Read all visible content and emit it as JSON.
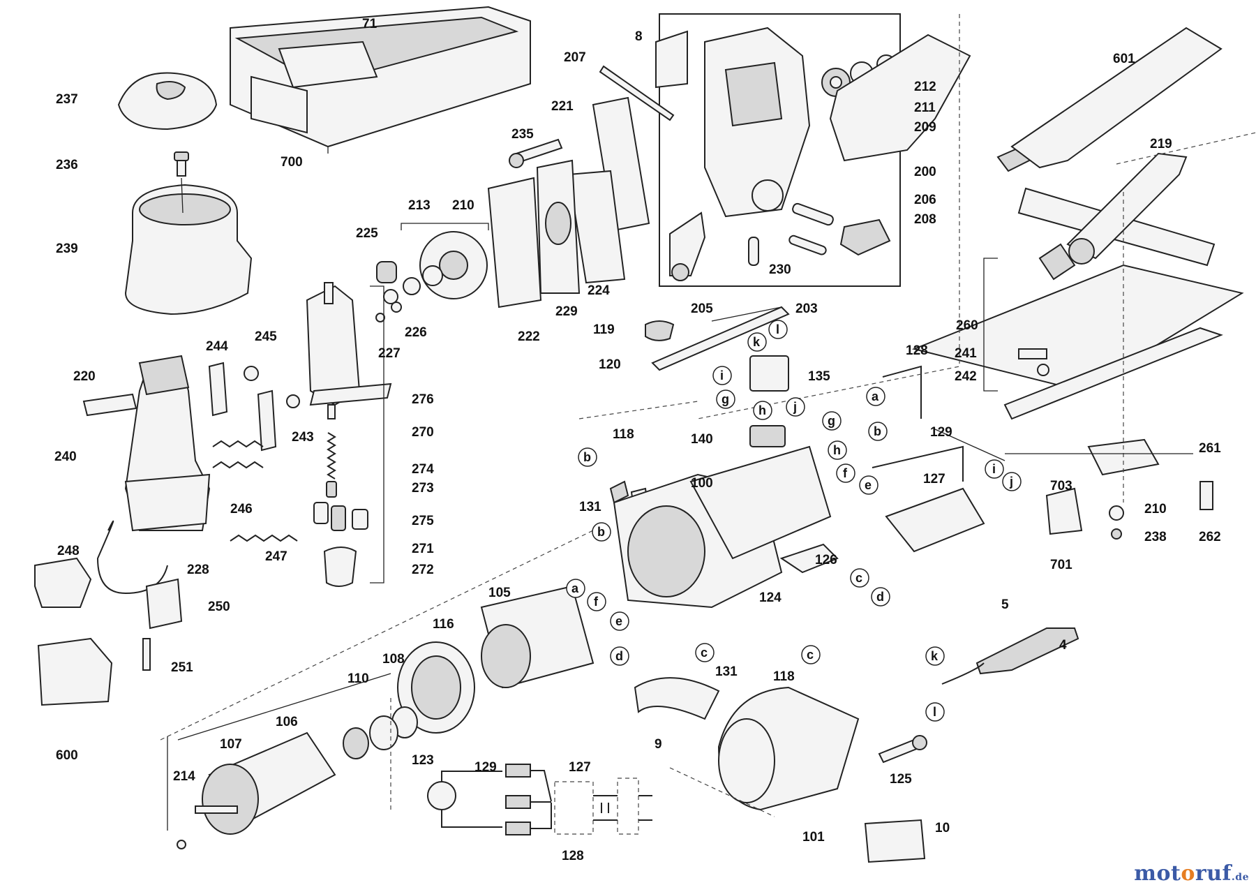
{
  "labels": [
    {
      "key": "71",
      "text": "71"
    },
    {
      "key": "700",
      "text": "700"
    },
    {
      "key": "237",
      "text": "237"
    },
    {
      "key": "236",
      "text": "236"
    },
    {
      "key": "239",
      "text": "239"
    },
    {
      "key": "8",
      "text": "8"
    },
    {
      "key": "207",
      "text": "207"
    },
    {
      "key": "212",
      "text": "212"
    },
    {
      "key": "211",
      "text": "211"
    },
    {
      "key": "209",
      "text": "209"
    },
    {
      "key": "200",
      "text": "200"
    },
    {
      "key": "206",
      "text": "206"
    },
    {
      "key": "208",
      "text": "208"
    },
    {
      "key": "230",
      "text": "230"
    },
    {
      "key": "203",
      "text": "203"
    },
    {
      "key": "205",
      "text": "205"
    },
    {
      "key": "221",
      "text": "221"
    },
    {
      "key": "235",
      "text": "235"
    },
    {
      "key": "224",
      "text": "224"
    },
    {
      "key": "229",
      "text": "229"
    },
    {
      "key": "222",
      "text": "222"
    },
    {
      "key": "213",
      "text": "213"
    },
    {
      "key": "210",
      "text": "210"
    },
    {
      "key": "225",
      "text": "225"
    },
    {
      "key": "226",
      "text": "226"
    },
    {
      "key": "227",
      "text": "227"
    },
    {
      "key": "601",
      "text": "601"
    },
    {
      "key": "219",
      "text": "219"
    },
    {
      "key": "260",
      "text": "260"
    },
    {
      "key": "241",
      "text": "241"
    },
    {
      "key": "242",
      "text": "242"
    },
    {
      "key": "261",
      "text": "261"
    },
    {
      "key": "703",
      "text": "703"
    },
    {
      "key": "210b",
      "text": "210"
    },
    {
      "key": "262",
      "text": "262"
    },
    {
      "key": "238",
      "text": "238"
    },
    {
      "key": "701",
      "text": "701"
    },
    {
      "key": "244",
      "text": "244"
    },
    {
      "key": "245",
      "text": "245"
    },
    {
      "key": "220",
      "text": "220"
    },
    {
      "key": "243",
      "text": "243"
    },
    {
      "key": "240",
      "text": "240"
    },
    {
      "key": "246",
      "text": "246"
    },
    {
      "key": "247",
      "text": "247"
    },
    {
      "key": "248",
      "text": "248"
    },
    {
      "key": "228",
      "text": "228"
    },
    {
      "key": "250",
      "text": "250"
    },
    {
      "key": "251",
      "text": "251"
    },
    {
      "key": "600",
      "text": "600"
    },
    {
      "key": "276",
      "text": "276"
    },
    {
      "key": "270",
      "text": "270"
    },
    {
      "key": "274",
      "text": "274"
    },
    {
      "key": "273",
      "text": "273"
    },
    {
      "key": "275",
      "text": "275"
    },
    {
      "key": "271",
      "text": "271"
    },
    {
      "key": "272",
      "text": "272"
    },
    {
      "key": "119",
      "text": "119"
    },
    {
      "key": "120",
      "text": "120"
    },
    {
      "key": "135",
      "text": "135"
    },
    {
      "key": "140",
      "text": "140"
    },
    {
      "key": "128",
      "text": "128"
    },
    {
      "key": "129",
      "text": "129"
    },
    {
      "key": "127",
      "text": "127"
    },
    {
      "key": "118",
      "text": "118"
    },
    {
      "key": "131",
      "text": "131"
    },
    {
      "key": "100",
      "text": "100"
    },
    {
      "key": "126",
      "text": "126"
    },
    {
      "key": "124",
      "text": "124"
    },
    {
      "key": "131b",
      "text": "131"
    },
    {
      "key": "118b",
      "text": "118"
    },
    {
      "key": "105",
      "text": "105"
    },
    {
      "key": "116",
      "text": "116"
    },
    {
      "key": "9",
      "text": "9"
    },
    {
      "key": "5",
      "text": "5"
    },
    {
      "key": "4",
      "text": "4"
    },
    {
      "key": "125",
      "text": "125"
    },
    {
      "key": "10",
      "text": "10"
    },
    {
      "key": "101",
      "text": "101"
    },
    {
      "key": "106",
      "text": "106"
    },
    {
      "key": "107",
      "text": "107"
    },
    {
      "key": "110",
      "text": "110"
    },
    {
      "key": "108",
      "text": "108"
    },
    {
      "key": "123",
      "text": "123"
    },
    {
      "key": "214",
      "text": "214"
    },
    {
      "key": "129s",
      "text": "129"
    },
    {
      "key": "127s",
      "text": "127"
    },
    {
      "key": "128s",
      "text": "128"
    }
  ],
  "connectors": [
    {
      "key": "k1",
      "text": "k"
    },
    {
      "key": "l1",
      "text": "l"
    },
    {
      "key": "i1",
      "text": "i"
    },
    {
      "key": "g1",
      "text": "g"
    },
    {
      "key": "h1",
      "text": "h"
    },
    {
      "key": "j1",
      "text": "j"
    },
    {
      "key": "g2",
      "text": "g"
    },
    {
      "key": "h2",
      "text": "h"
    },
    {
      "key": "a1",
      "text": "a"
    },
    {
      "key": "b1",
      "text": "b"
    },
    {
      "key": "f1",
      "text": "f"
    },
    {
      "key": "e1",
      "text": "e"
    },
    {
      "key": "i2",
      "text": "i"
    },
    {
      "key": "j2",
      "text": "j"
    },
    {
      "key": "c1",
      "text": "c"
    },
    {
      "key": "d1",
      "text": "d"
    },
    {
      "key": "b2",
      "text": "b"
    },
    {
      "key": "b3",
      "text": "b"
    },
    {
      "key": "a2",
      "text": "a"
    },
    {
      "key": "f2",
      "text": "f"
    },
    {
      "key": "e2",
      "text": "e"
    },
    {
      "key": "d2",
      "text": "d"
    },
    {
      "key": "c2",
      "text": "c"
    },
    {
      "key": "c3",
      "text": "c"
    },
    {
      "key": "k2",
      "text": "k"
    },
    {
      "key": "l2",
      "text": "l"
    }
  ],
  "watermark": {
    "part1": "mot",
    "part2": "o",
    "part3": "ruf",
    "tld": ".de"
  }
}
